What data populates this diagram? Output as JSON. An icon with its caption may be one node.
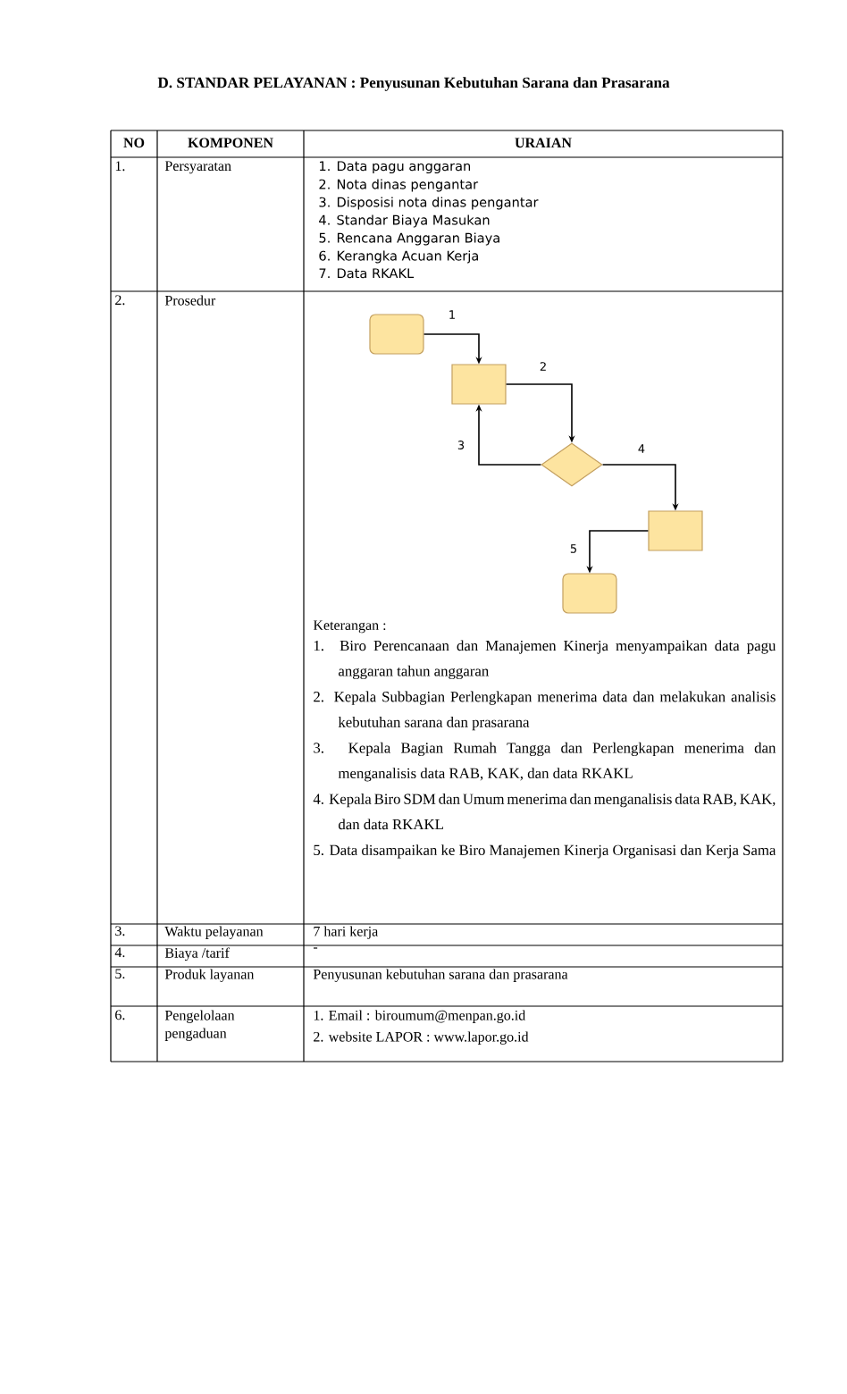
{
  "diagram": {
    "title": "D.  STANDAR PELAYANAN : Penyusunan Kebutuhan Sarana dan Prasarana",
    "nodes": [
      {
        "text": [],
        "shape": "terminal"
      },
      {
        "text": [],
        "shape": "box"
      },
      {
        "text": [],
        "shape": "diamond"
      },
      {
        "text": [],
        "shape": "box"
      },
      {
        "text": [],
        "shape": "terminal"
      }
    ],
    "edges": [
      {
        "from": 0,
        "to": 1,
        "arrow": "to",
        "label": "1"
      },
      {
        "from": 1,
        "to": 2,
        "arrow": "to",
        "label": "2"
      },
      {
        "from": 2,
        "to": 1,
        "arrow": "to",
        "label": "3"
      },
      {
        "from": 2,
        "to": 3,
        "arrow": "to",
        "label": "4"
      },
      {
        "from": 3,
        "to": 4,
        "arrow": "to",
        "label": "5"
      }
    ],
    "labels": [
      "NO",
      "KOMPONEN",
      "URAIAN",
      "1.",
      "Persyaratan",
      "1.  Data pagu anggaran",
      "2.  Nota dinas pengantar",
      "3.  Disposisi nota dinas pengantar",
      "4.  Standar Biaya Masukan",
      "5.  Rencana Anggaran Biaya",
      "6.  Kerangka Acuan Kerja",
      "7.  Data RKAKL",
      "2.",
      "Prosedur",
      "Keterangan :",
      "1.  Biro Perencanaan dan Manajemen Kinerja menyampaikan data pagu anggaran tahun anggaran",
      "2.  Kepala Subbagian Perlengkapan menerima data dan melakukan analisis kebutuhan sarana dan prasarana",
      "3.  Kepala Bagian Rumah Tangga dan Perlengkapan menerima dan menganalisis data RAB, KAK, dan data RKAKL",
      "4.  Kepala Biro SDM dan Umum menerima dan menganalisis data RAB, KAK, dan data RKAKL",
      "5.  Data disampaikan ke Biro Manajemen Kinerja Organisasi dan Kerja Sama",
      "3.",
      "Waktu pelayanan",
      "7 hari kerja",
      "4.",
      "Biaya /tarif",
      "-",
      "5.",
      "Produk layanan",
      "Penyusunan kebutuhan sarana dan prasarana",
      "6.",
      "Pengelolaan pengaduan",
      "1. Email : biroumum@menpan.go.id",
      "2. website LAPOR : www.lapor.go.id"
    ]
  }
}
